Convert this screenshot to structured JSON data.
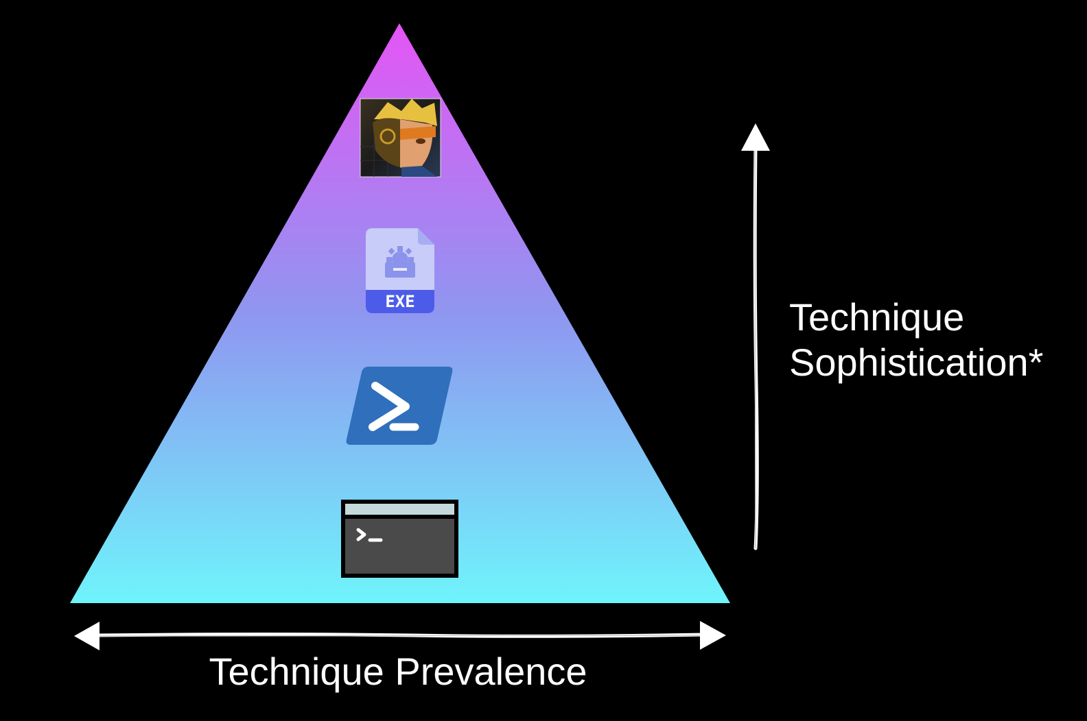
{
  "colors": {
    "background": "#000000",
    "pyramid_top": "#e455f5",
    "pyramid_mid": "#8f96f0",
    "pyramid_bottom": "#6ff4fb",
    "arrow": "#ffffff",
    "exe_badge": "#4d5ce8",
    "powershell_blue": "#2f6fbc",
    "terminal_body": "#4a4a4a",
    "terminal_title": "#c5d9da"
  },
  "pyramid_levels": [
    {
      "level": 1,
      "icon": "hacker-avatar-icon"
    },
    {
      "level": 2,
      "icon": "exe-file-icon",
      "badge_text": "EXE"
    },
    {
      "level": 3,
      "icon": "powershell-icon"
    },
    {
      "level": 4,
      "icon": "terminal-icon"
    }
  ],
  "axes": {
    "horizontal": {
      "label": "Technique Prevalence",
      "direction": "both"
    },
    "vertical": {
      "label_line1": "Technique",
      "label_line2": "Sophistication*",
      "direction": "up"
    }
  }
}
